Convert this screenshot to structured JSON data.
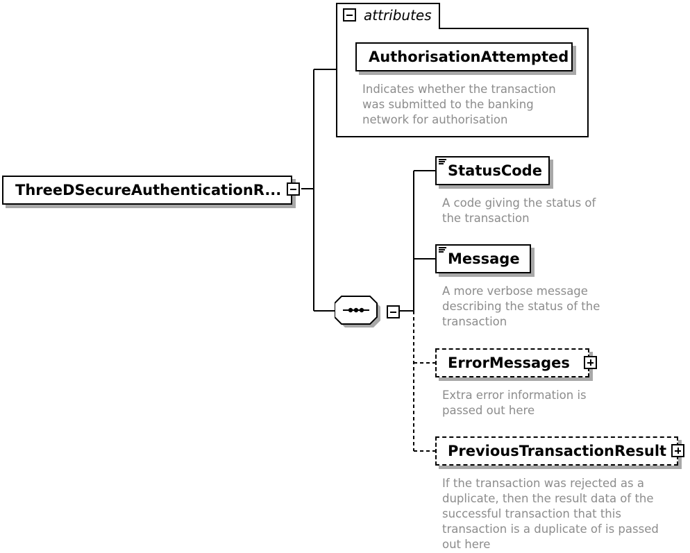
{
  "root": {
    "label": "ThreeDSecureAuthenticationR..."
  },
  "attributes": {
    "group_label": "attributes",
    "item": {
      "label": "AuthorisationAttempted",
      "doc": [
        "Indicates whether the transaction",
        "was submitted to the banking",
        "network for authorisation"
      ]
    }
  },
  "sequence": {
    "icon": "sequence-compositor-icon"
  },
  "children": [
    {
      "label": "StatusCode",
      "optional": false,
      "icon": "simple-content-icon",
      "doc": [
        "A code giving the status of",
        "the transaction"
      ]
    },
    {
      "label": "Message",
      "optional": false,
      "icon": "simple-content-icon",
      "doc": [
        "A more verbose message",
        "describing the status of the",
        "transaction"
      ]
    },
    {
      "label": "ErrorMessages",
      "optional": true,
      "icon": "expand-icon",
      "doc": [
        "Extra error information is",
        "passed out here"
      ]
    },
    {
      "label": "PreviousTransactionResult",
      "optional": true,
      "icon": "expand-icon",
      "doc": [
        "If the transaction was rejected as a",
        "duplicate, then the result data of the",
        "successful transaction that this",
        "transaction is a duplicate of is passed",
        "out here"
      ]
    }
  ],
  "colors": {
    "line": "#000000",
    "shadow": "#a8a8a8",
    "doc_text": "#8c8c8c"
  }
}
